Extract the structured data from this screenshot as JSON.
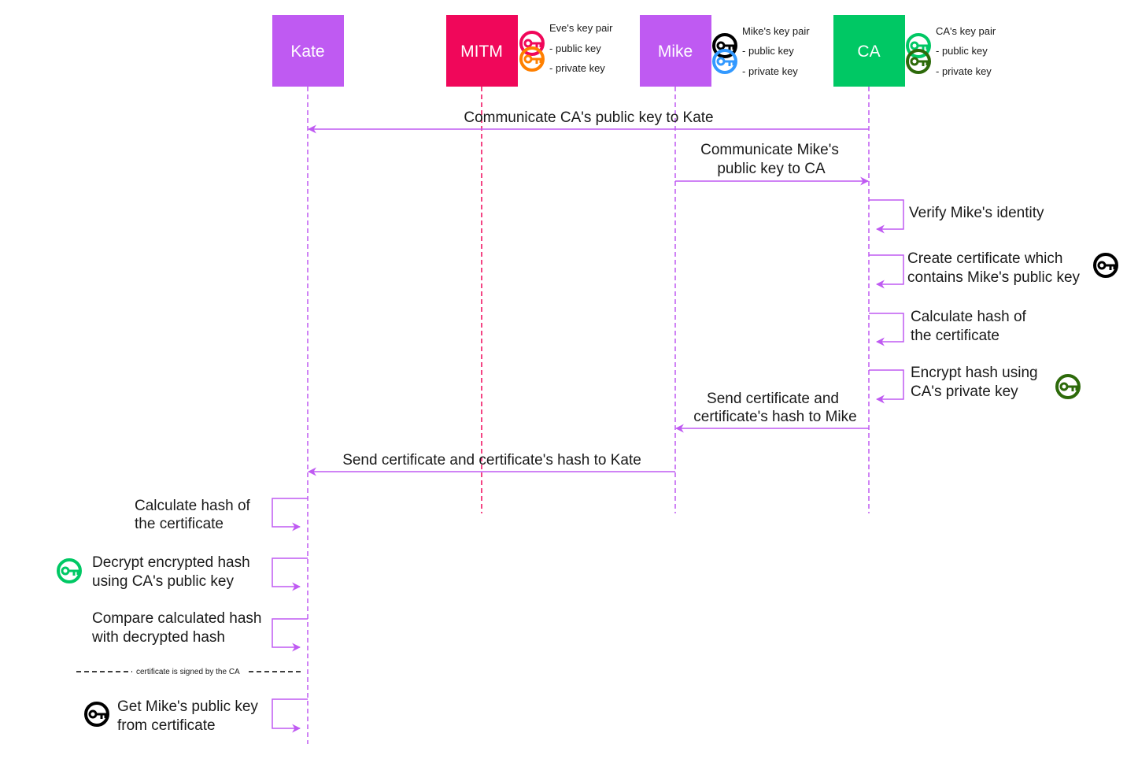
{
  "actors": {
    "kate": {
      "label": "Kate",
      "color": "#bf5af2"
    },
    "mitm": {
      "label": "MITM",
      "color": "#f0075a"
    },
    "mike": {
      "label": "Mike",
      "color": "#bf5af2"
    },
    "ca": {
      "label": "CA",
      "color": "#00c864"
    }
  },
  "key_notes": {
    "eve": {
      "title": "Eve's key pair",
      "public": "- public key",
      "private": "- private key",
      "public_icon": "key-icon",
      "public_color": "#f0075a",
      "private_icon": "key-icon",
      "private_color": "#ff8000"
    },
    "mike": {
      "title": "Mike's key pair",
      "public": "- public key",
      "private": "- private key",
      "public_icon": "key-icon",
      "public_color": "#000000",
      "private_icon": "key-icon",
      "private_color": "#3399ff"
    },
    "ca": {
      "title": "CA's key pair",
      "public": "- public key",
      "private": "- private key",
      "public_icon": "key-icon",
      "public_color": "#00c864",
      "private_icon": "key-icon",
      "private_color": "#2d6a0a"
    }
  },
  "messages": {
    "m1": "Communicate CA's public key to Kate",
    "m2_line1": "Communicate Mike's",
    "m2_line2": "public key to CA",
    "m3_line1": "Send certificate and",
    "m3_line2": "certificate's hash to Mike",
    "m4": "Send certificate and certificate's hash to Kate"
  },
  "ca_steps": {
    "s1_line1": "Verify Mike's identity",
    "s2_line1": "Create certificate which",
    "s2_line2": "contains Mike's public key",
    "s3_line1": "Calculate hash of",
    "s3_line2": "the certificate",
    "s4_line1": "Encrypt hash using",
    "s4_line2": "CA's private key"
  },
  "kate_steps": {
    "s1_line1": "Calculate hash of",
    "s1_line2": "the certificate",
    "s2_line1": "Decrypt encrypted hash",
    "s2_line2": "using CA's public key",
    "s3_line1": "Compare calculated hash",
    "s3_line2": "with decrypted hash",
    "s4_line1": "Get Mike's public key",
    "s4_line2": "from certificate"
  },
  "divider_label": "certificate is signed by the CA",
  "colors": {
    "arrow": "#bf5af2",
    "mitm_lifeline": "#f0075a",
    "lifeline": "#bf5af2",
    "mike_public_key": "#000000",
    "ca_private_key": "#2d6a0a",
    "ca_public_key": "#00c864"
  }
}
